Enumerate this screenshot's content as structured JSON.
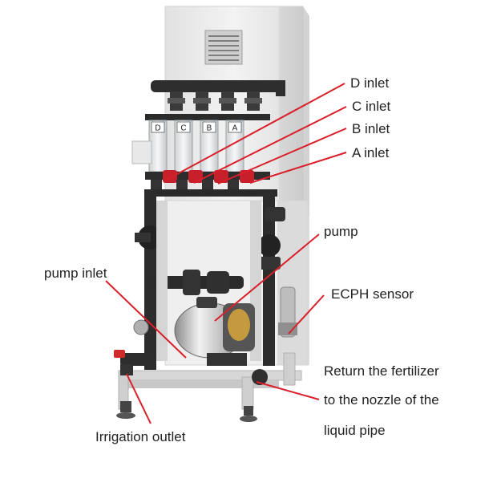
{
  "labels": {
    "d_inlet": "D inlet",
    "c_inlet": "C inlet",
    "b_inlet": "B inlet",
    "a_inlet": "A inlet",
    "pump": "pump",
    "pump_inlet": "pump inlet",
    "ecph_sensor": "ECPH sensor",
    "return_line1": "Return the fertilizer",
    "return_line2": "to the nozzle of the",
    "return_line3": "liquid pipe",
    "irrigation_outlet": "Irrigation outlet"
  },
  "tank_tags": [
    "D",
    "C",
    "B",
    "A"
  ],
  "colors": {
    "leader": "#d9202a",
    "cabinet": "#ebebeb",
    "pipe": "#2b2b2b",
    "valve": "#c8202a",
    "frame": "#d6d6d6"
  }
}
